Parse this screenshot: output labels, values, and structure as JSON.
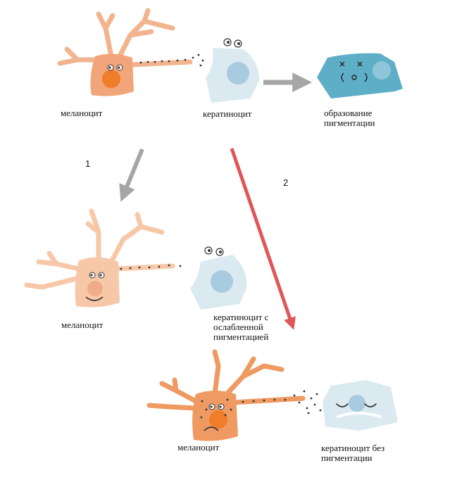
{
  "row1": {
    "melanocyte_label": "меланоцит",
    "keratinocyte_label": "кератиноцит",
    "result_label_line1": "образование",
    "result_label_line2": "пигментации"
  },
  "path1": {
    "number": "1",
    "melanocyte_label": "меланоцит",
    "keratinocyte_label_line1": "кератиноцит с",
    "keratinocyte_label_line2": "ослабленной",
    "keratinocyte_label_line3": "пигментацией"
  },
  "path2": {
    "number": "2",
    "melanocyte_label": "меланоцит",
    "keratinocyte_label_line1": "кератиноцит без",
    "keratinocyte_label_line2": "пигментации"
  },
  "colors": {
    "melanocyte_dendrite": "#f2b48e",
    "melanocyte_body": "#f2a57a",
    "melanocyte_body_pale": "#f7c8a8",
    "melanocyte_body_dark": "#ee9a62",
    "nucleus": "#ef7d2a",
    "nucleus_pale": "#efab8a",
    "keratinocyte": "#dbe9f1",
    "keratinocyte_nucleus": "#a9cbe0",
    "pigmented_cell": "#5faec7",
    "gray_arrow": "#a6a6a6",
    "red_arrow": "#e0565a"
  }
}
